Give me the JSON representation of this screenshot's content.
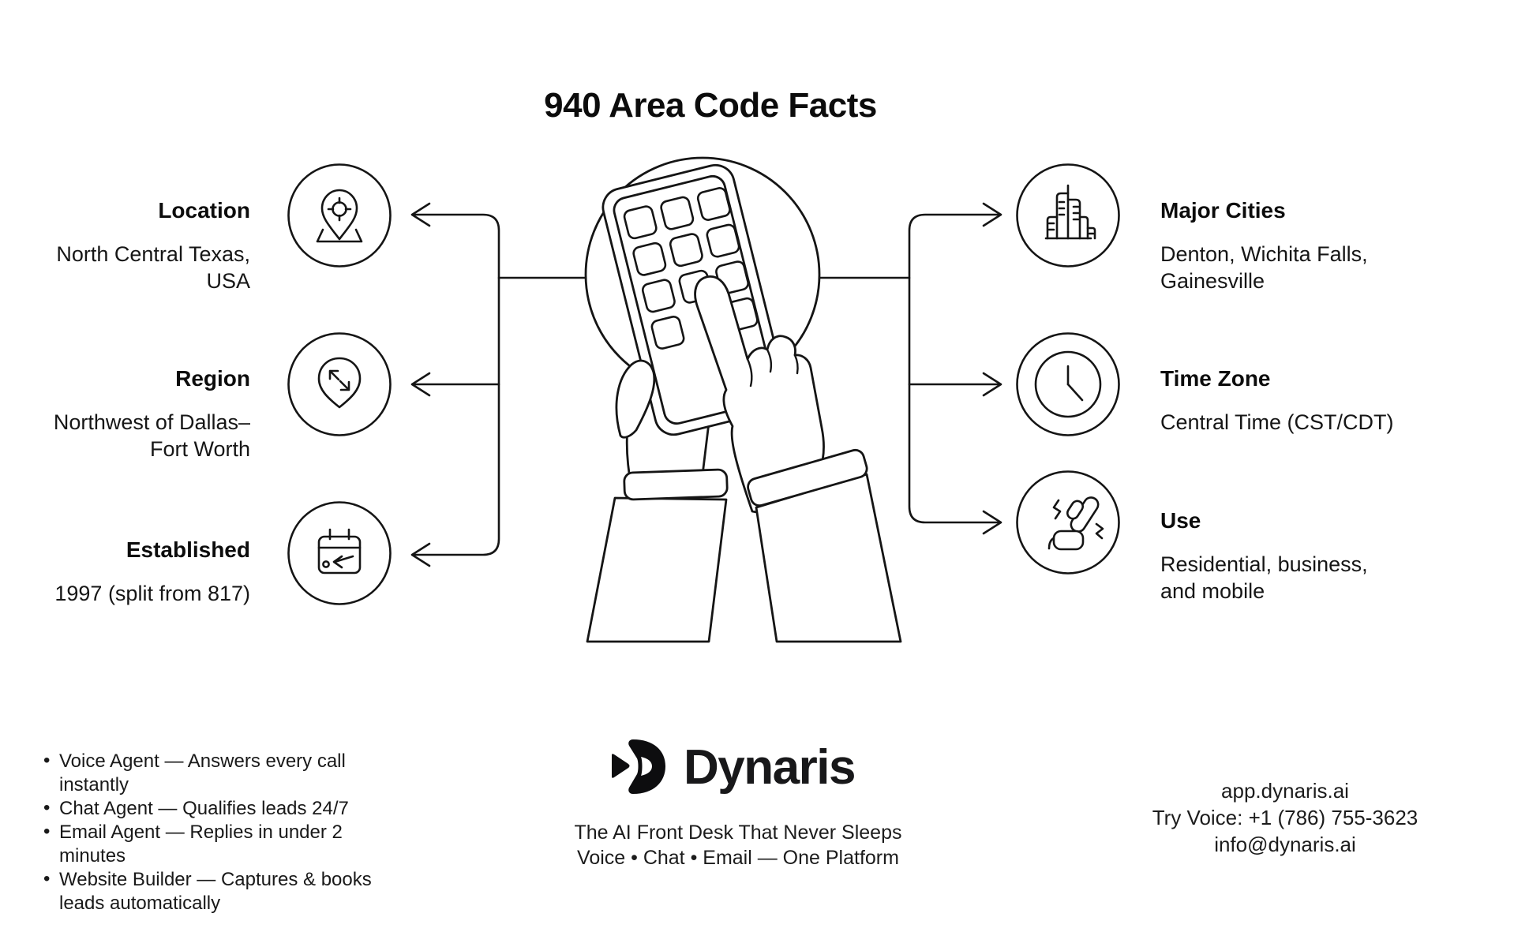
{
  "title": "940 Area Code Facts",
  "colors": {
    "ink": "#151515",
    "background": "#ffffff"
  },
  "facts": {
    "left": [
      {
        "label": "Location",
        "value": "North Central Texas,\nUSA",
        "icon": "map-pin-target"
      },
      {
        "label": "Region",
        "value": "Northwest of Dallas–\nFort Worth",
        "icon": "expand-pin"
      },
      {
        "label": "Established",
        "value": "1997 (split from 817)",
        "icon": "calendar-back-arrow"
      }
    ],
    "right": [
      {
        "label": "Major Cities",
        "value": "Denton, Wichita Falls,\nGainesville",
        "icon": "city-skyline"
      },
      {
        "label": "Time Zone",
        "value": "Central Time (CST/CDT)",
        "icon": "clock"
      },
      {
        "label": "Use",
        "value": "Residential, business,\nand mobile",
        "icon": "ringing-phone"
      }
    ]
  },
  "features": {
    "bullet": "•",
    "items": [
      "Voice Agent — Answers every call instantly",
      "Chat Agent — Qualifies leads 24/7",
      "Email Agent — Replies in under 2 minutes",
      "Website Builder — Captures & books leads automatically"
    ]
  },
  "brand": {
    "name": "Dynaris",
    "tagline1": "The AI Front Desk That Never Sleeps",
    "tagline2": "Voice • Chat • Email — One Platform"
  },
  "contact": {
    "website": "app.dynaris.ai",
    "phone": "Try Voice: +1 (786) 755-3623",
    "email": "info@dynaris.ai"
  }
}
